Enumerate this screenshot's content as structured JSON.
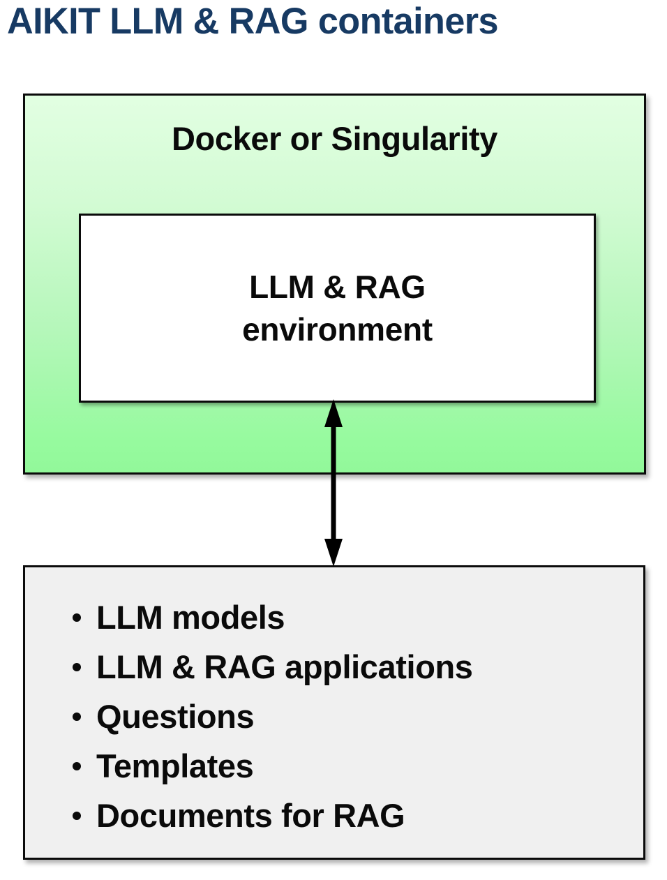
{
  "page": {
    "title": "AIKIT LLM & RAG containers",
    "title_color": "#173A63",
    "background": "#FFFFFF"
  },
  "container": {
    "label": "Docker or Singularity",
    "fill_top_color": "#E2FFE2",
    "fill_bottom_color": "#92F89A",
    "border_color": "#0B0B0B",
    "inner": {
      "label": "LLM & RAG\nenvironment",
      "fill_color": "#FFFFFF",
      "border_color": "#0B0B0B"
    }
  },
  "connector": {
    "name": "bidirectional-arrow",
    "direction": "both",
    "color": "#000000"
  },
  "assets": {
    "fill_color": "#F0F0F0",
    "border_color": "#0B0B0B",
    "bullet_glyph": "•",
    "items": [
      {
        "label": "LLM models"
      },
      {
        "label": "LLM & RAG applications"
      },
      {
        "label": "Questions"
      },
      {
        "label": "Templates"
      },
      {
        "label": "Documents for RAG"
      }
    ]
  }
}
